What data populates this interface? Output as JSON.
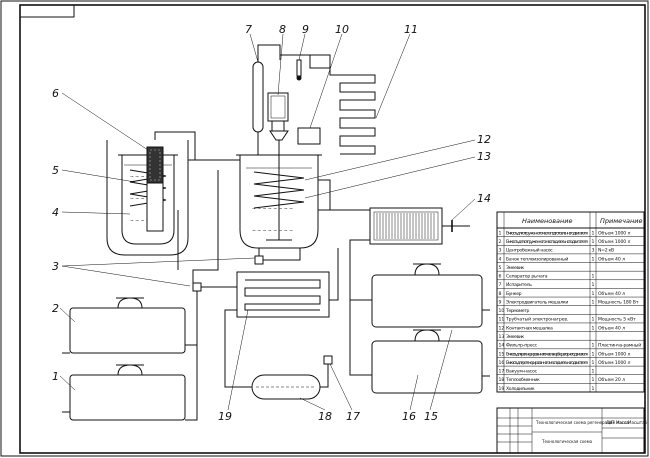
{
  "callouts": [
    "1",
    "2",
    "3",
    "4",
    "5",
    "6",
    "7",
    "8",
    "9",
    "10",
    "11",
    "12",
    "13",
    "14",
    "15",
    "16",
    "17",
    "18",
    "19"
  ],
  "spec_table": {
    "headers": [
      "Наименование",
      "Примечание"
    ],
    "rows": [
      {
        "num": "1",
        "name": "Емкость для отгруженного масла подготовленного двигателя",
        "qty": "1",
        "note": "Объем 1000 л"
      },
      {
        "num": "2",
        "name": "Емкость для отгруженного масла дизельного двигателя",
        "qty": "1",
        "note": "Объем 1000 л"
      },
      {
        "num": "3",
        "name": "Центробежный насос",
        "qty": "3",
        "note": "N=2 кВ"
      },
      {
        "num": "4",
        "name": "Бачок теплоизолированный",
        "qty": "1",
        "note": "Объем 40 л"
      },
      {
        "num": "5",
        "name": "Змеевик",
        "qty": "",
        "note": ""
      },
      {
        "num": "6",
        "name": "Сепаратор рычага",
        "qty": "1",
        "note": ""
      },
      {
        "num": "7",
        "name": "Испаритель",
        "qty": "1",
        "note": ""
      },
      {
        "num": "8",
        "name": "Бункер",
        "qty": "1",
        "note": "Объем 40 л"
      },
      {
        "num": "9",
        "name": "Электродвигатель мешалки",
        "qty": "1",
        "note": "Мощность 180 Вт"
      },
      {
        "num": "10",
        "name": "Термометр",
        "qty": "",
        "note": ""
      },
      {
        "num": "11",
        "name": "Трубчатый электронагрев.",
        "qty": "1",
        "note": "Мощность 5 кВт"
      },
      {
        "num": "12",
        "name": "Контактная мешалка",
        "qty": "1",
        "note": "Объем 40 л"
      },
      {
        "num": "13",
        "name": "Змеевик",
        "qty": "",
        "note": ""
      },
      {
        "num": "14",
        "name": "Фильтр-пресс",
        "qty": "1",
        "note": "Пластинча-рамный"
      },
      {
        "num": "15",
        "name": "Емкость для регенерированного масла карбюраторного двигателя",
        "qty": "1",
        "note": "Объем 1000 л"
      },
      {
        "num": "16",
        "name": "Емкость для регенерированного масла дизельного двигателя",
        "qty": "1",
        "note": "Объем 1000 л"
      },
      {
        "num": "17",
        "name": "Вакуум-насос",
        "qty": "1",
        "note": ""
      },
      {
        "num": "18",
        "name": "Теплообменник",
        "qty": "1",
        "note": "Объем 20 л"
      },
      {
        "num": "19",
        "name": "Холодильник",
        "qty": "1",
        "note": ""
      }
    ]
  },
  "title_block": {
    "title": "Технологическая схема регенерации масла",
    "subtitle": "Технологическая схема",
    "sheet_code": "ЛИТ",
    "mass": "Масса",
    "scale": "Масштаб"
  }
}
